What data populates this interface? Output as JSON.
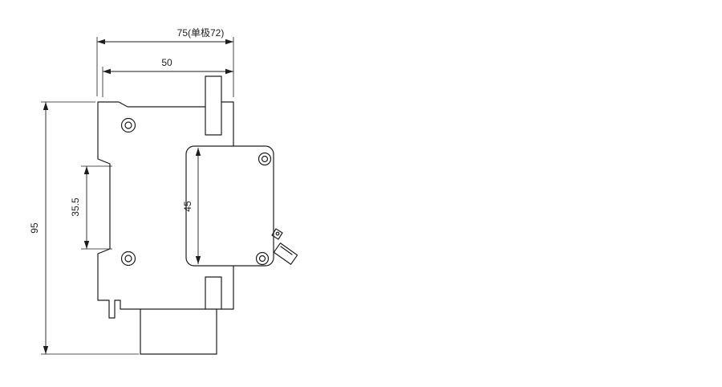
{
  "colors": {
    "background": "#ffffff",
    "line": "#1d1d1f"
  },
  "dims": {
    "overall_depth": {
      "label": "75(单极72)"
    },
    "upper_depth": {
      "label": "50"
    },
    "overall_height": {
      "label": "95"
    },
    "rail_recess": {
      "label": "35.5"
    },
    "front_height": {
      "label": "45"
    }
  }
}
